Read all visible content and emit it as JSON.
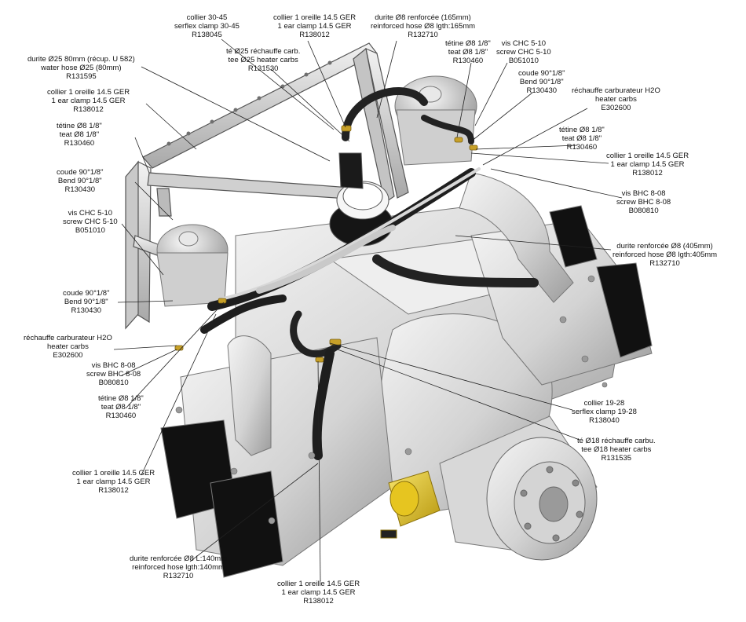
{
  "labels": [
    {
      "id": "collier-30-45-serflex",
      "lines": [
        "collier 30-45",
        "serflex clamp 30-45",
        "R138045"
      ]
    },
    {
      "id": "collier-1-oreille-top",
      "lines": [
        "collier 1 oreille 14.5 GER",
        "1 ear clamp 14.5 GER",
        "R138012"
      ]
    },
    {
      "id": "durite-8-165",
      "lines": [
        "durite Ø8 renforcée (165mm)",
        "reinforced hose Ø8 lgth:165mm",
        "R132710"
      ]
    },
    {
      "id": "durite-25-80",
      "lines": [
        "durite Ø25 80mm (récup. U 582)",
        "water hose Ø25 (80mm)",
        "R131595"
      ]
    },
    {
      "id": "te-25-rechauffe",
      "lines": [
        "té Ø25 réchauffe carb.",
        "tee Ø25 heater carbs",
        "R131530"
      ]
    },
    {
      "id": "tetine-top-right",
      "lines": [
        "tétine Ø8 1/8\"",
        "teat Ø8 1/8\"",
        "R130460"
      ]
    },
    {
      "id": "vis-chc-right",
      "lines": [
        "vis CHC 5-10",
        "screw CHC 5-10",
        "B051010"
      ]
    },
    {
      "id": "coude-right",
      "lines": [
        "coude 90°1/8\"",
        "Bend 90°1/8\"",
        "R130430"
      ]
    },
    {
      "id": "rechauffe-right",
      "lines": [
        "réchauffe carburateur H2O",
        "heater carbs",
        "E302600"
      ]
    },
    {
      "id": "collier-1-oreille-left-upper",
      "lines": [
        "collier 1 oreille 14.5 GER",
        "1 ear clamp 14.5 GER",
        "R138012"
      ]
    },
    {
      "id": "tetine-left-upper",
      "lines": [
        "tétine Ø8 1/8\"",
        "teat Ø8 1/8\"",
        "R130460"
      ]
    },
    {
      "id": "tetine-right-middle",
      "lines": [
        "tétine Ø8 1/8\"",
        "teat Ø8 1/8\"",
        "R130460"
      ]
    },
    {
      "id": "collier-1-oreille-right",
      "lines": [
        "collier 1 oreille 14.5 GER",
        "1 ear clamp 14.5 GER",
        "R138012"
      ]
    },
    {
      "id": "coude-left-upper",
      "lines": [
        "coude 90°1/8\"",
        "Bend 90°1/8\"",
        "R130430"
      ]
    },
    {
      "id": "vis-bhc-right",
      "lines": [
        "vis BHC 8-08",
        "screw BHC 8-08",
        "B080810"
      ]
    },
    {
      "id": "vis-chc-left",
      "lines": [
        "vis CHC 5-10",
        "screw CHC 5-10",
        "B051010"
      ]
    },
    {
      "id": "durite-8-405",
      "lines": [
        "durite renforcée Ø8 (405mm)",
        "reinforced hose Ø8 lgth:405mm",
        "R132710"
      ]
    },
    {
      "id": "coude-left-lower",
      "lines": [
        "coude 90°1/8\"",
        "Bend 90°1/8\"",
        "R130430"
      ]
    },
    {
      "id": "rechauffe-left",
      "lines": [
        "réchauffe carburateur H2O",
        "heater carbs",
        "E302600"
      ]
    },
    {
      "id": "vis-bhc-left",
      "lines": [
        "vis BHC 8-08",
        "screw BHC 8-08",
        "B080810"
      ]
    },
    {
      "id": "tetine-left-lower",
      "lines": [
        "tétine Ø8 1/8\"",
        "teat Ø8 1/8\"",
        "R130460"
      ]
    },
    {
      "id": "collier-19-28-serflex",
      "lines": [
        "collier 19-28",
        "serflex clamp 19-28",
        "R138040"
      ]
    },
    {
      "id": "te-18-rechauffe",
      "lines": [
        "té Ø18 réchauffe carbu.",
        "tee Ø18 heater carbs",
        "R131535"
      ]
    },
    {
      "id": "collier-1-oreille-left-lower",
      "lines": [
        "collier 1 oreille 14.5 GER",
        "1 ear clamp 14.5 GER",
        "R138012"
      ]
    },
    {
      "id": "durite-8-140",
      "lines": [
        "durite renforcée Ø8 L:140mm",
        "reinforced hose lgth:140mm",
        "R132710"
      ]
    },
    {
      "id": "collier-1-oreille-bottom",
      "lines": [
        "collier 1 oreille 14.5 GER",
        "1 ear clamp 14.5 GER",
        "R138012"
      ]
    }
  ],
  "colors": {
    "metal_light": "#e4e4e4",
    "metal_mid": "#bdbdbd",
    "metal_dark": "#8a8a8a",
    "hose": "#2b2b2b",
    "hose_grey": "#cfcfcf",
    "cover": "#111111",
    "brass": "#c7a028",
    "yellow_part": "#e6c520",
    "leader": "#222222"
  }
}
